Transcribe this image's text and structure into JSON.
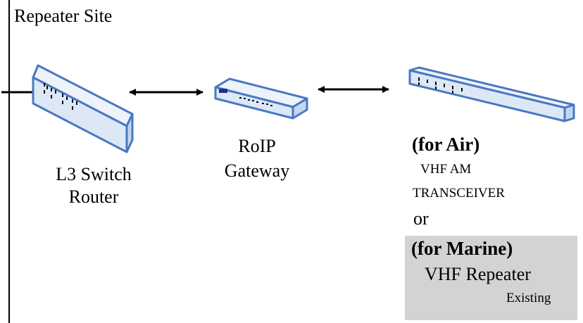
{
  "site_title": "Repeater Site",
  "devices": {
    "router": {
      "line1": "L3 Switch",
      "line2": "Router"
    },
    "gateway": {
      "line1": "RoIP",
      "line2": "Gateway"
    },
    "transceiver": {
      "for_air": "(for Air)",
      "vhf_am": "VHF AM",
      "transceiver": "TRANSCEIVER",
      "or": "or",
      "for_marine": "(for Marine)",
      "vhf_repeater": "VHF Repeater",
      "existing": "Existing"
    }
  },
  "colors": {
    "device_fill": "#dce8f6",
    "device_stroke": "#4a78c2",
    "arrow": "#000000",
    "existing_box": "#d3d3d3"
  }
}
